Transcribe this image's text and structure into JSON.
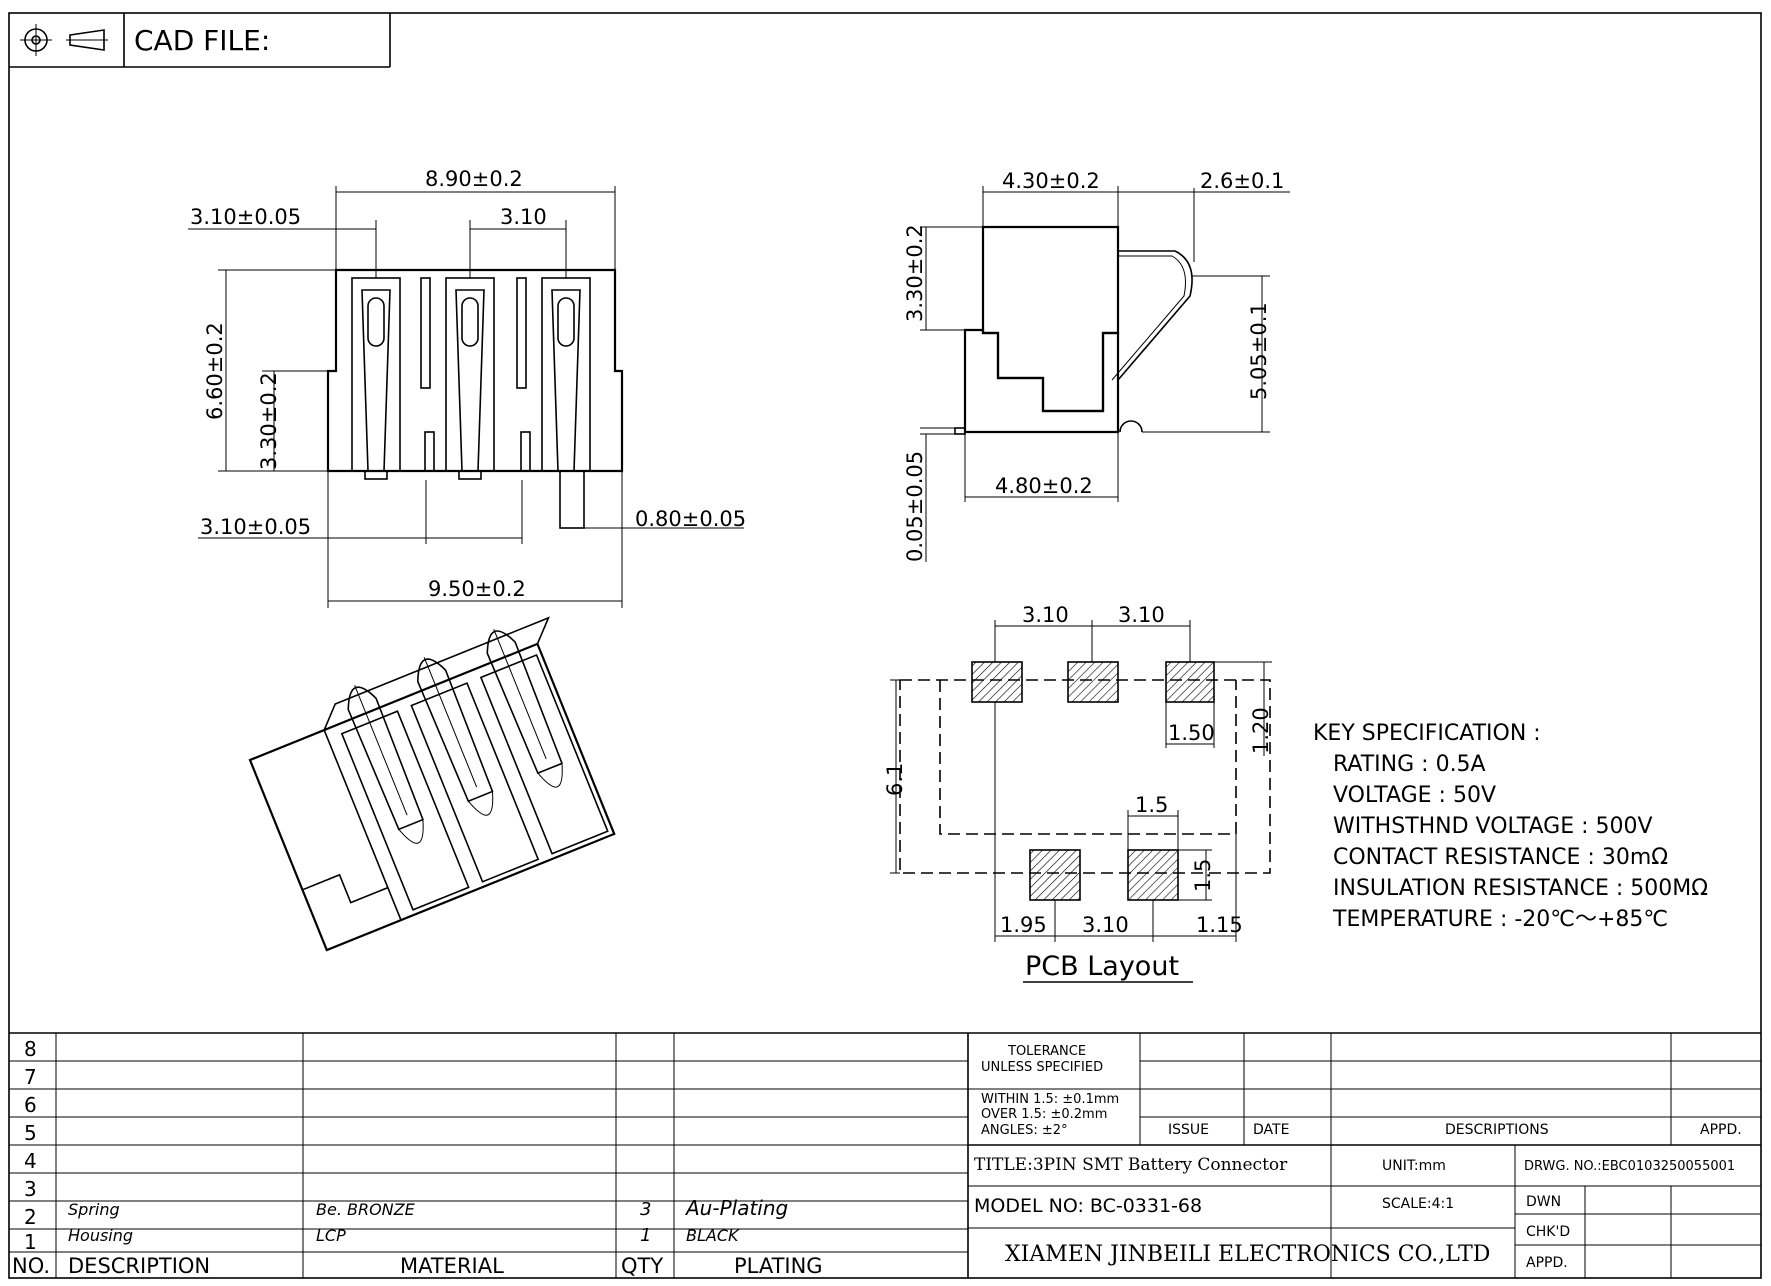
{
  "header": {
    "cad_label": "CAD FILE:"
  },
  "front_view": {
    "top_width": "8.90±0.2",
    "pitch_left": "3.10±0.05",
    "pitch_top": "3.10",
    "height_total": "6.60±0.2",
    "height_lower": "3.30±0.2",
    "pitch_bottom": "3.10±0.05",
    "pin_width": "0.80±0.05",
    "bottom_width": "9.50±0.2"
  },
  "side_view": {
    "top_width": "4.30±0.2",
    "spring_offset": "2.6±0.1",
    "upper_height": "3.30±0.2",
    "spring_height": "5.05±0.1",
    "pin_thickness": "0.05±0.05",
    "base_width": "4.80±0.2"
  },
  "pcb_layout": {
    "title": "PCB Layout",
    "pitch_1": "3.10",
    "pitch_2": "3.10",
    "pad_width": "1.50",
    "pad_offset": "1.20",
    "height": "6.1",
    "pad_size_w": "1.5",
    "pad_size_h": "1.5",
    "bottom_left": "1.95",
    "bottom_pitch": "3.10",
    "bottom_right": "1.15"
  },
  "key_spec": {
    "heading": "KEY SPECIFICATION :",
    "lines": [
      "RATING : 0.5A",
      "VOLTAGE : 50V",
      "WITHSTHND VOLTAGE : 500V",
      "CONTACT RESISTANCE : 30mΩ",
      "INSULATION RESISTANCE : 500MΩ",
      "TEMPERATURE : -20℃～+85℃"
    ]
  },
  "bom": {
    "rows": [
      {
        "no": "8",
        "description": "",
        "material": "",
        "qty": "",
        "plating": ""
      },
      {
        "no": "7",
        "description": "",
        "material": "",
        "qty": "",
        "plating": ""
      },
      {
        "no": "6",
        "description": "",
        "material": "",
        "qty": "",
        "plating": ""
      },
      {
        "no": "5",
        "description": "",
        "material": "",
        "qty": "",
        "plating": ""
      },
      {
        "no": "4",
        "description": "",
        "material": "",
        "qty": "",
        "plating": ""
      },
      {
        "no": "3",
        "description": "",
        "material": "",
        "qty": "",
        "plating": ""
      },
      {
        "no": "2",
        "description": "Spring",
        "material": "Be. BRONZE",
        "qty": "3",
        "plating": "Au-Plating"
      },
      {
        "no": "1",
        "description": "Housing",
        "material": "LCP",
        "qty": "1",
        "plating": "BLACK"
      }
    ],
    "headers": {
      "no": "NO.",
      "description": "DESCRIPTION",
      "material": "MATERIAL",
      "qty": "QTY",
      "plating": "PLATING"
    }
  },
  "title_block": {
    "tolerance_1": "TOLERANCE",
    "tolerance_2": "UNLESS SPECIFIED",
    "within": "WITHIN 1.5: ±0.1mm",
    "over": "OVER 1.5:  ±0.2mm",
    "angles": "ANGLES: ±2°",
    "issue": "ISSUE",
    "date": "DATE",
    "descriptions": "DESCRIPTIONS",
    "appd_top": "APPD.",
    "title": "TITLE:3PIN SMT Battery Connector",
    "unit": "UNIT:mm",
    "drwg_no": "DRWG. NO.:EBC0103250055001",
    "model": "MODEL NO: BC-0331-68",
    "scale": "SCALE:4:1",
    "dwn": "DWN",
    "chkd": "CHK'D",
    "appd": "APPD.",
    "company": "XIAMEN JINBEILI ELECTRONICS CO.,LTD"
  }
}
